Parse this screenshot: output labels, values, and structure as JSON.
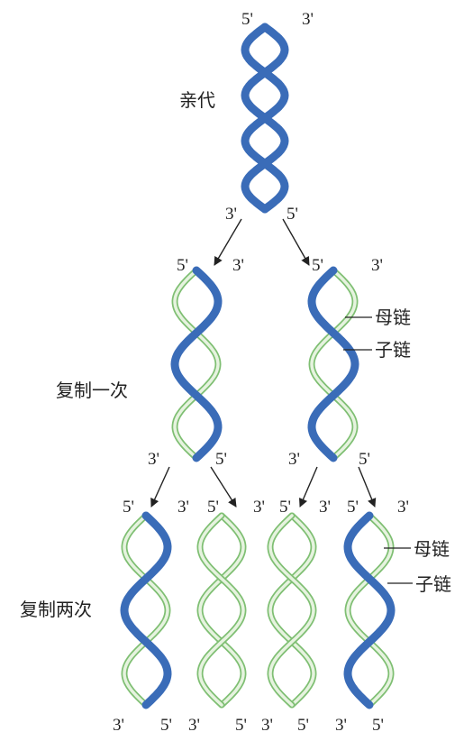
{
  "labels": {
    "parent": "亲代",
    "replicate_once": "复制一次",
    "replicate_twice": "复制两次",
    "parent_strand": "母链",
    "daughter_strand": "子链",
    "five_prime": "5'",
    "three_prime": "3'"
  },
  "colors": {
    "parent_strand": "#3a6cb8",
    "daughter_strand_outline": "#7fbf73",
    "daughter_strand_fill": "#e6f3df",
    "text": "#222222"
  }
}
